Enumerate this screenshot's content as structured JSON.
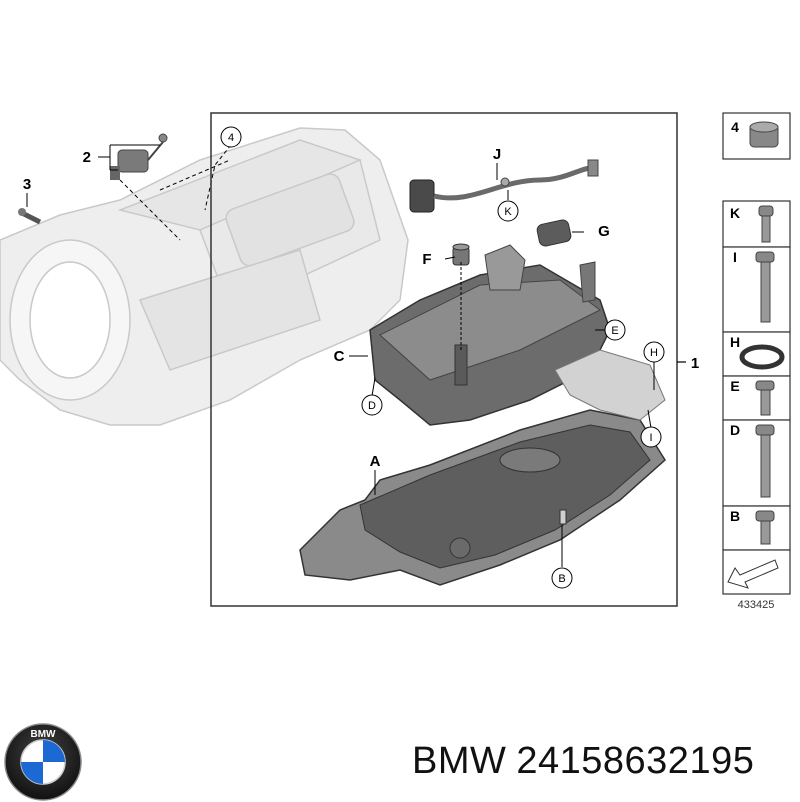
{
  "brand": {
    "name": "BMW",
    "part_number": "24158632195"
  },
  "logo": {
    "icon": "bmw-roundel-logo",
    "letters": "BMW"
  },
  "diagram": {
    "number": "433425",
    "main_labels": {
      "a": "A",
      "b": "B",
      "c": "C",
      "d": "D",
      "e": "E",
      "f": "F",
      "g": "G",
      "h": "H",
      "i": "I",
      "j": "J",
      "k": "K",
      "one": "1",
      "two": "2",
      "three": "3",
      "four": "4"
    },
    "side_panel": [
      "4",
      "K",
      "I",
      "H",
      "E",
      "D",
      "B"
    ]
  },
  "colors": {
    "frame": "#333333",
    "part_gray": "#9a9a9a",
    "part_dark": "#555555",
    "housing_light": "#d8d8d8"
  }
}
